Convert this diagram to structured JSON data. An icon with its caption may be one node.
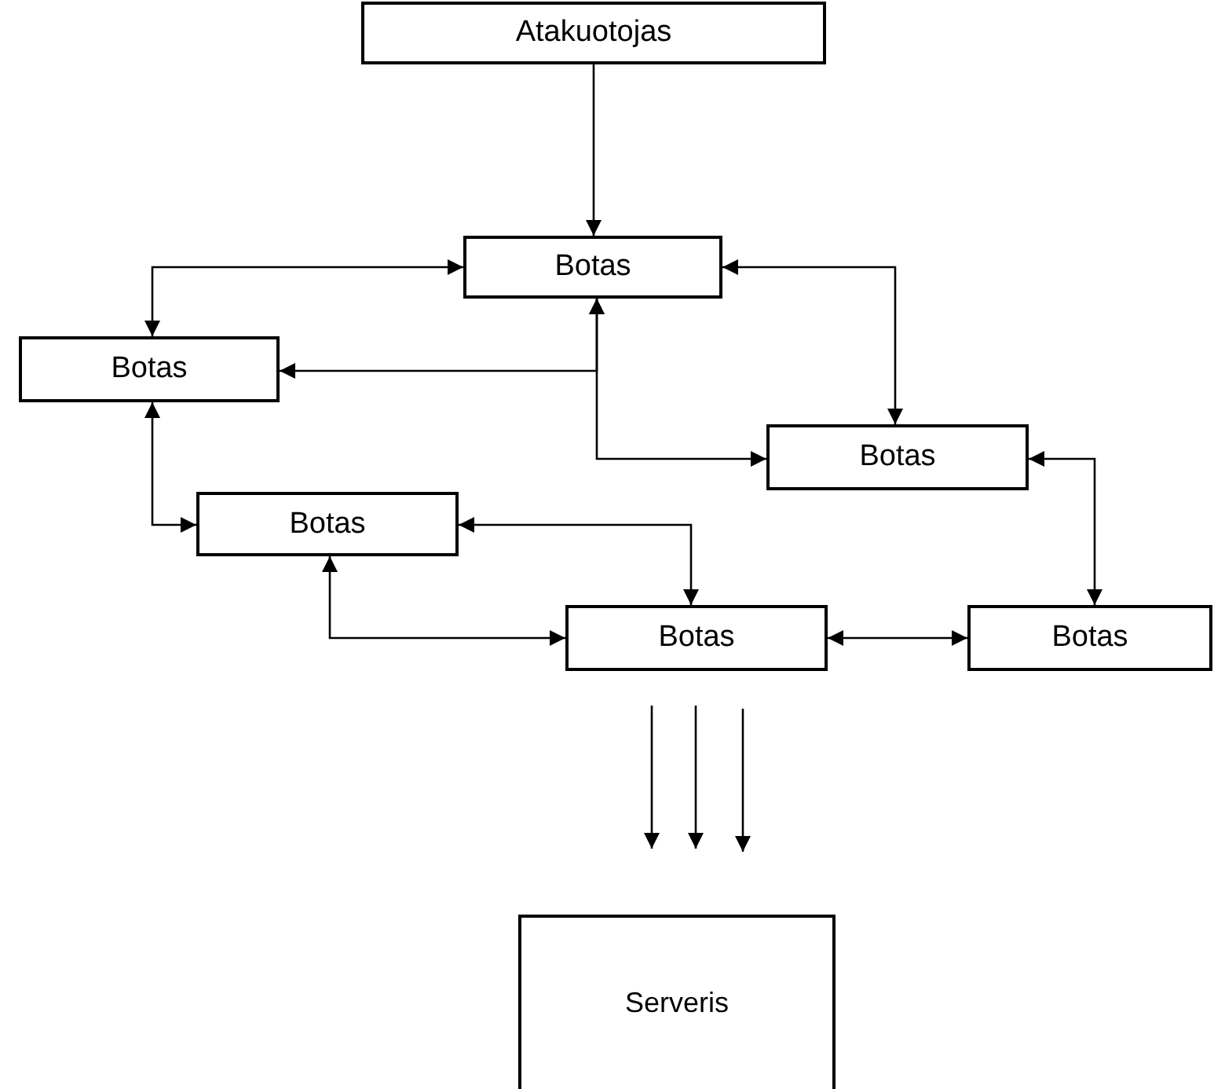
{
  "diagram": {
    "nodes": [
      {
        "text": [
          "Atakuotojas"
        ]
      },
      {
        "text": [
          "Botas"
        ]
      },
      {
        "text": [
          "Botas"
        ]
      },
      {
        "text": [
          "Botas"
        ]
      },
      {
        "text": [
          "Botas"
        ]
      },
      {
        "text": [
          "Botas"
        ]
      },
      {
        "text": [
          "Botas"
        ]
      },
      {
        "text": [
          "Serveris"
        ]
      }
    ],
    "edges": [
      {
        "from": 0,
        "to": 1,
        "arrow": "to"
      },
      {
        "from": 2,
        "to": 1,
        "arrow": "both"
      },
      {
        "from": 1,
        "to": 2,
        "arrow": "both"
      },
      {
        "from": 1,
        "to": 3,
        "arrow": "both"
      },
      {
        "from": 1,
        "to": 3,
        "arrow": "both"
      },
      {
        "from": 2,
        "to": 4,
        "arrow": "both"
      },
      {
        "from": 4,
        "to": 5,
        "arrow": "both"
      },
      {
        "from": 4,
        "to": 5,
        "arrow": "both"
      },
      {
        "from": 3,
        "to": 6,
        "arrow": "both"
      },
      {
        "from": 5,
        "to": 6,
        "arrow": "both"
      },
      {
        "from": 5,
        "to": 7,
        "arrow": "to"
      },
      {
        "from": 5,
        "to": 7,
        "arrow": "to"
      },
      {
        "from": 5,
        "to": 7,
        "arrow": "to"
      }
    ]
  }
}
